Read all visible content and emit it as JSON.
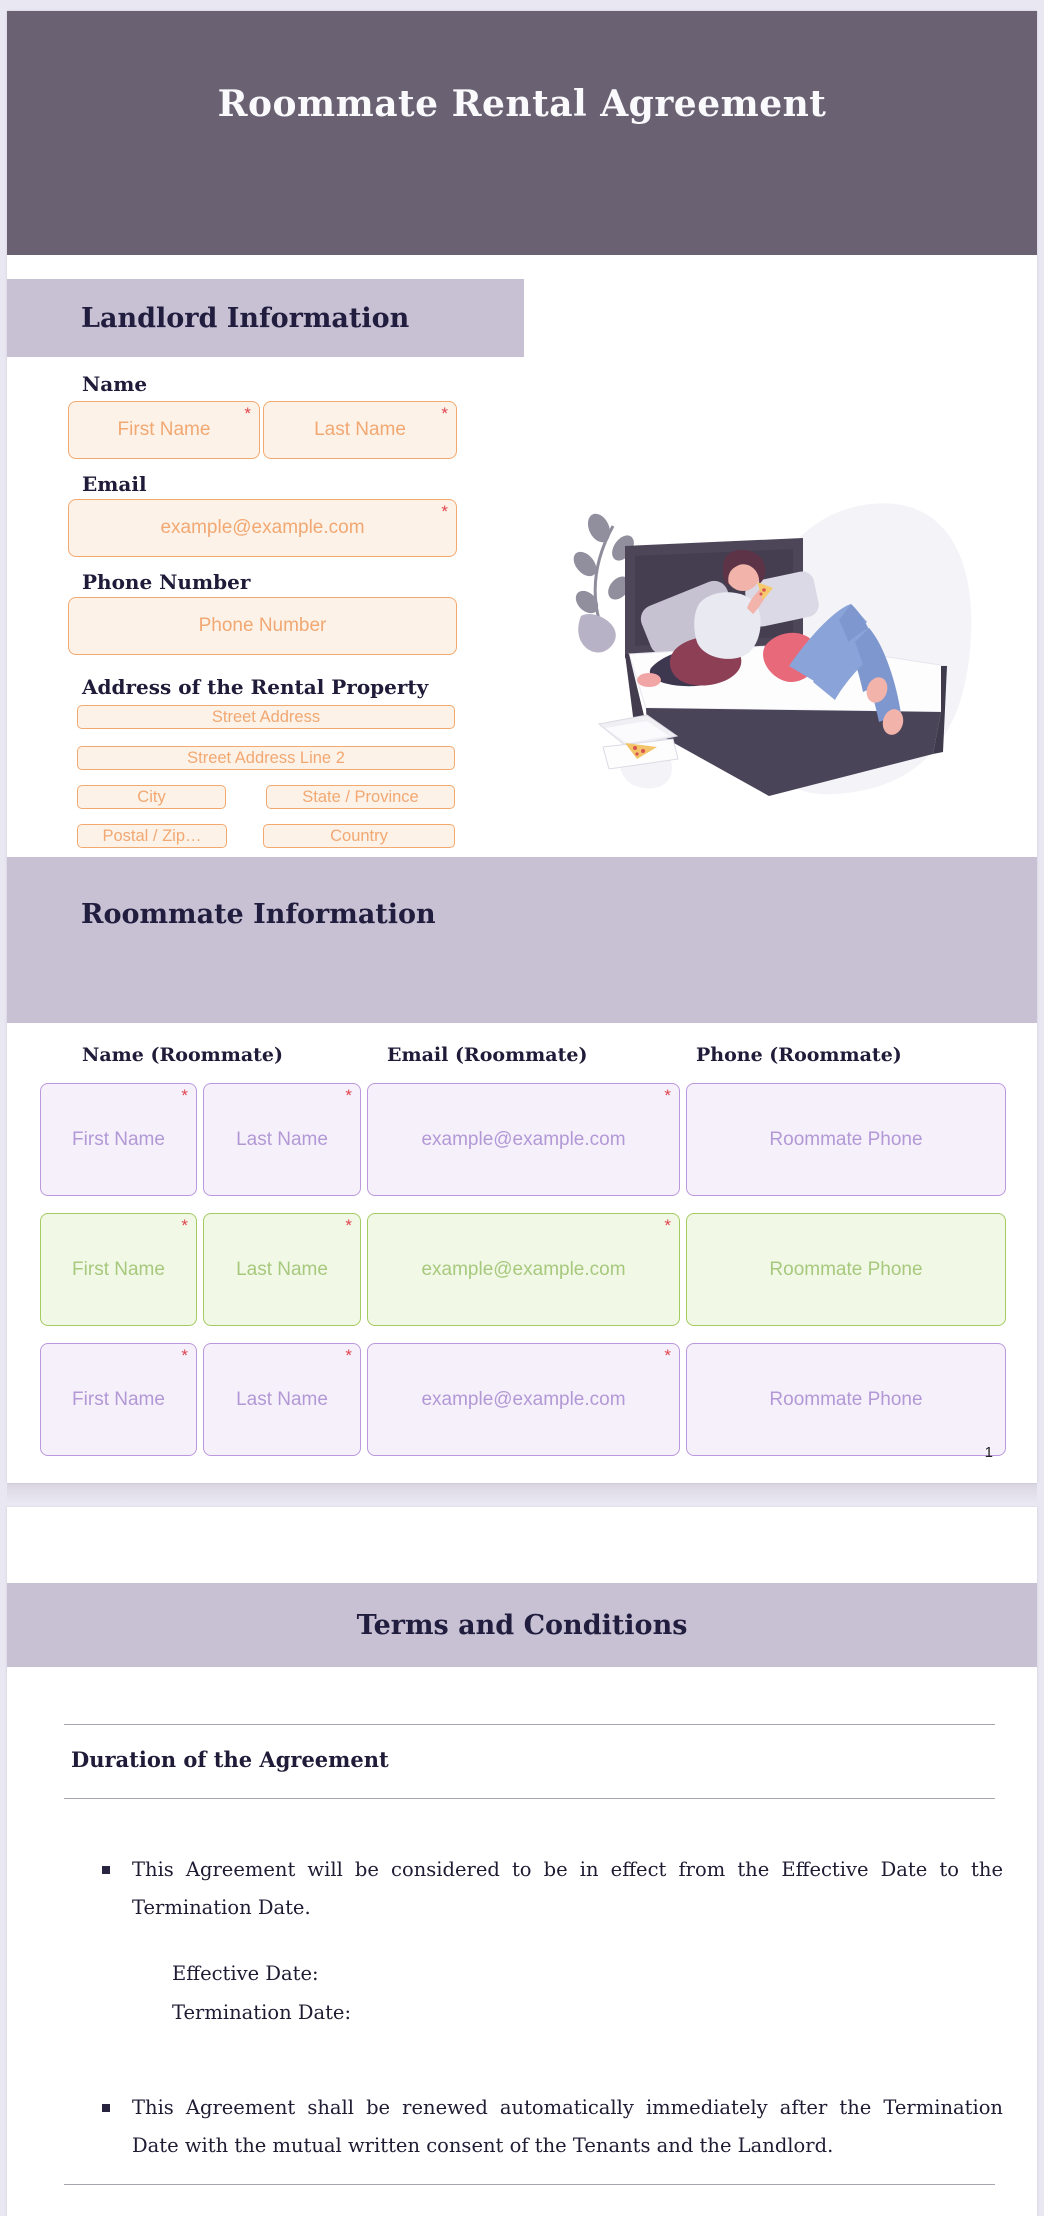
{
  "form": {
    "title": "Roommate Rental Agreement",
    "page_number": "1",
    "required_marker": "*"
  },
  "landlord": {
    "heading": "Landlord Information",
    "name_label": "Name",
    "first_name_placeholder": "First Name",
    "last_name_placeholder": "Last Name",
    "email_label": "Email",
    "email_placeholder": "example@example.com",
    "phone_label": "Phone Number",
    "phone_placeholder": "Phone Number",
    "address_label": "Address of the Rental Property",
    "street_placeholder": "Street Address",
    "street2_placeholder": "Street Address Line 2",
    "city_placeholder": "City",
    "state_placeholder": "State / Province",
    "postal_placeholder": "Postal / Zip…",
    "country_placeholder": "Country"
  },
  "roommate": {
    "heading": "Roommate Information",
    "columns": {
      "name": "Name (Roommate)",
      "email": "Email (Roommate)",
      "phone": "Phone (Roommate)"
    },
    "rows": [
      {
        "first": "First Name",
        "last": "Last Name",
        "email": "example@example.com",
        "phone": "Roommate Phone"
      },
      {
        "first": "First Name",
        "last": "Last Name",
        "email": "example@example.com",
        "phone": "Roommate Phone"
      },
      {
        "first": "First Name",
        "last": "Last Name",
        "email": "example@example.com",
        "phone": "Roommate Phone"
      }
    ]
  },
  "terms": {
    "heading": "Terms and Conditions",
    "subheading": "Duration of the Agreement",
    "bullet1": "This Agreement will be considered to be in effect from the Effective Date to the Termination Date.",
    "bullet1_sub1": "Effective Date:",
    "bullet1_sub2": "Termination Date:",
    "bullet2": "This Agreement shall be renewed automatically immediately after the Termination Date with the mutual written consent of the Tenants and the Landlord."
  },
  "colors": {
    "header_bg": "#6a6173",
    "section_bg": "#c8c0d3",
    "accent_orange": "#f2a96f",
    "accent_purple": "#bb98dd",
    "accent_green": "#a3cb61",
    "required_red": "#e0454f"
  }
}
